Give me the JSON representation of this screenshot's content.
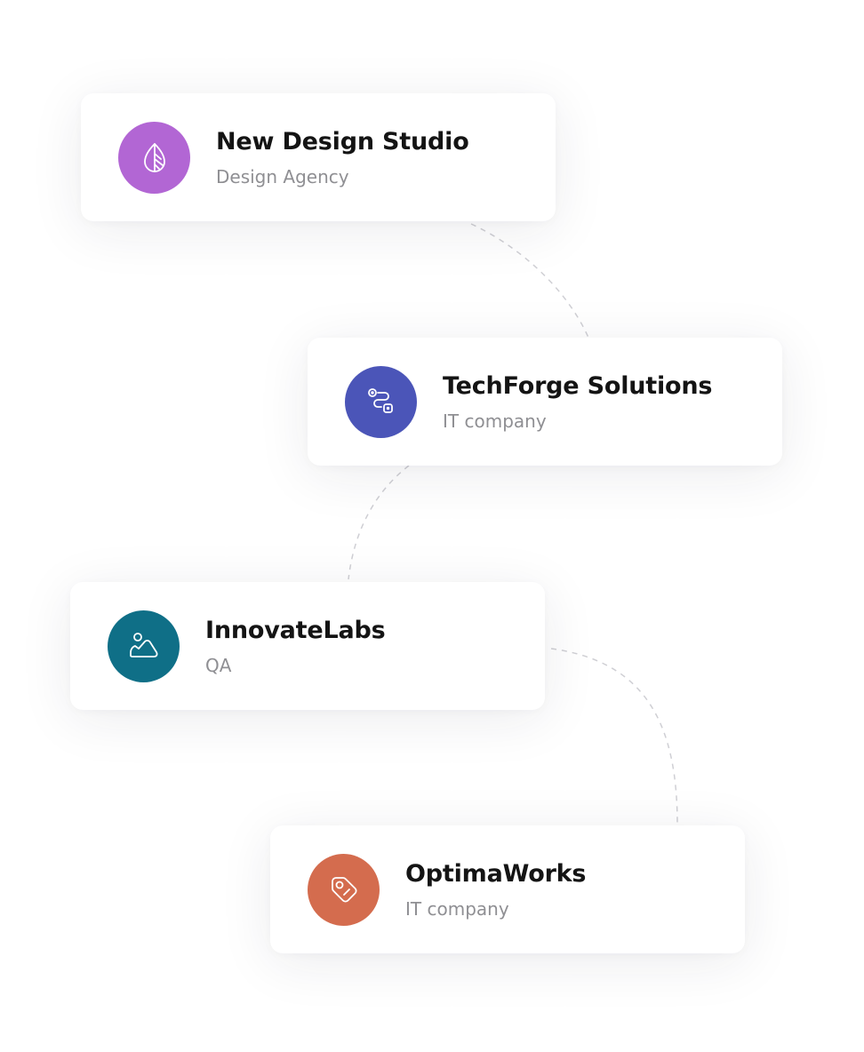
{
  "companies": [
    {
      "name": "New Design Studio",
      "type": "Design Agency",
      "icon": "leaf-icon",
      "color": "#B266D4"
    },
    {
      "name": "TechForge Solutions",
      "type": "IT company",
      "icon": "route-icon",
      "color": "#4B55B8"
    },
    {
      "name": "InnovateLabs",
      "type": "QA",
      "icon": "image-icon",
      "color": "#0F6F87"
    },
    {
      "name": "OptimaWorks",
      "type": "IT company",
      "icon": "tag-icon",
      "color": "#D46C4E"
    }
  ],
  "colors": {
    "connector": "#cfcfd4",
    "background": "#ffffff",
    "name_text": "#141414",
    "type_text": "#8f8f93"
  }
}
